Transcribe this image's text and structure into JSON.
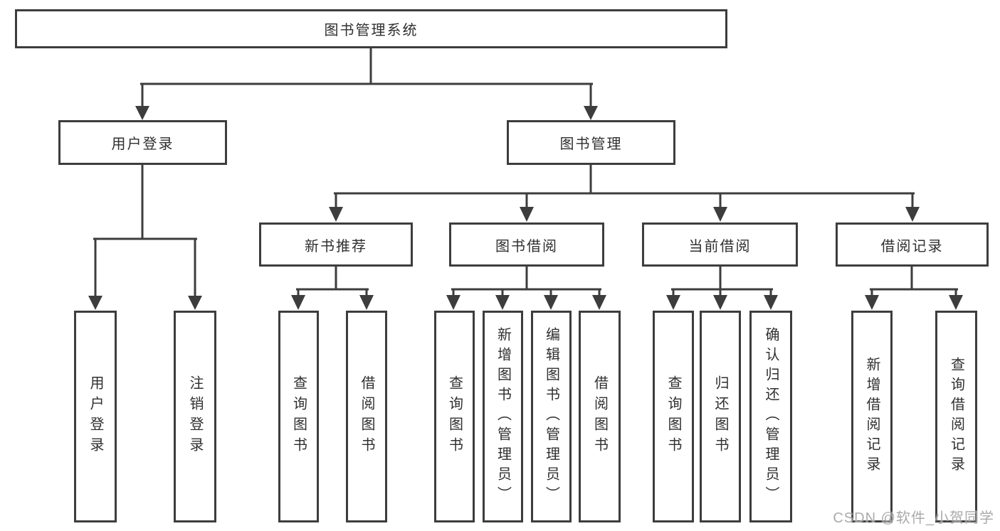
{
  "diagram": {
    "tree": {
      "label": "图书管理系统",
      "children": [
        {
          "label": "用户登录",
          "children": [
            {
              "label": "用户登录"
            },
            {
              "label": "注销登录"
            }
          ]
        },
        {
          "label": "图书管理",
          "children": [
            {
              "label": "新书推荐",
              "children": [
                {
                  "label": "查询图书"
                },
                {
                  "label": "借阅图书"
                }
              ]
            },
            {
              "label": "图书借阅",
              "children": [
                {
                  "label": "查询图书"
                },
                {
                  "label": "新增图书（管理员）"
                },
                {
                  "label": "编辑图书（管理员）"
                },
                {
                  "label": "借阅图书"
                }
              ]
            },
            {
              "label": "当前借阅",
              "children": [
                {
                  "label": "查询图书"
                },
                {
                  "label": "归还图书"
                },
                {
                  "label": "确认归还（管理员）"
                }
              ]
            },
            {
              "label": "借阅记录",
              "children": [
                {
                  "label": "新增借阅记录"
                },
                {
                  "label": "查询借阅记录"
                }
              ]
            }
          ]
        }
      ]
    },
    "colors": {
      "line": "#3d3d3d",
      "text": "#2f2f2f",
      "background": "#ffffff",
      "watermark": "#9b9b9b"
    }
  },
  "watermark": "CSDN @软件_小贺同学"
}
